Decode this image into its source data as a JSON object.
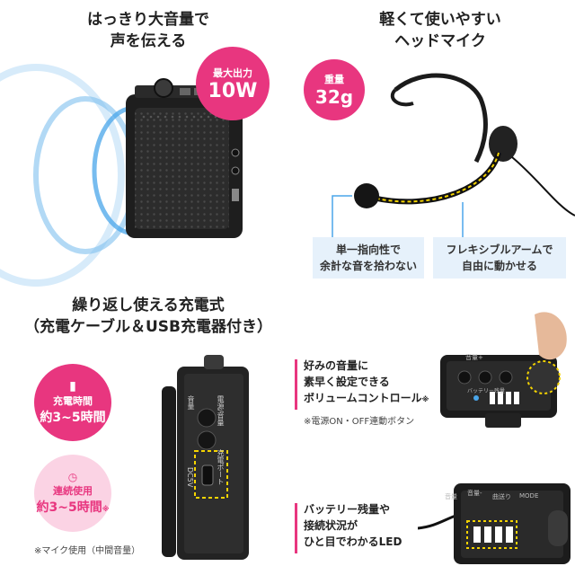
{
  "q1": {
    "title_line1": "はっきり大音量で",
    "title_line2": "声を伝える",
    "badge_label": "最大出力",
    "badge_value": "10W"
  },
  "q2": {
    "title_line1": "軽くて使いやすい",
    "title_line2": "ヘッドマイク",
    "badge_label": "重量",
    "badge_value": "32g",
    "label_left_line1": "単一指向性で",
    "label_left_line2": "余計な音を拾わない",
    "label_right_line1": "フレキシブルアームで",
    "label_right_line2": "自由に動かせる"
  },
  "q3": {
    "title_line1": "繰り返し使える充電式",
    "title_line2": "（充電ケーブル＆USB充電器付き）",
    "badge1_label": "充電時間",
    "badge1_value": "約3~5時間",
    "badge2_label": "連続使用",
    "badge2_value": "約3~5時間",
    "badge2_mark": "※",
    "note": "※マイク使用（中間音量）",
    "device_labels": [
      "音量",
      "電源/音量",
      "DC5V",
      "充電ポート"
    ]
  },
  "q4": {
    "text1_line1": "好みの音量に",
    "text1_line2": "素早く設定できる",
    "text1_line3": "ボリュームコントロール",
    "text1_mark": "※",
    "note": "※電源ON・OFF連動ボタン",
    "text2_line1": "バッテリー残量や",
    "text2_line2": "接続状況が",
    "text2_line3": "ひと目でわかるLED",
    "panel_labels": [
      "音量",
      "音量-",
      "音量+",
      "曲送り",
      "MODE",
      "バッテリー残量"
    ]
  },
  "colors": {
    "accent": "#e8367f",
    "accent_light": "#fbd3e4",
    "box_blue": "#e6f1fb",
    "highlight": "#f5d400"
  }
}
